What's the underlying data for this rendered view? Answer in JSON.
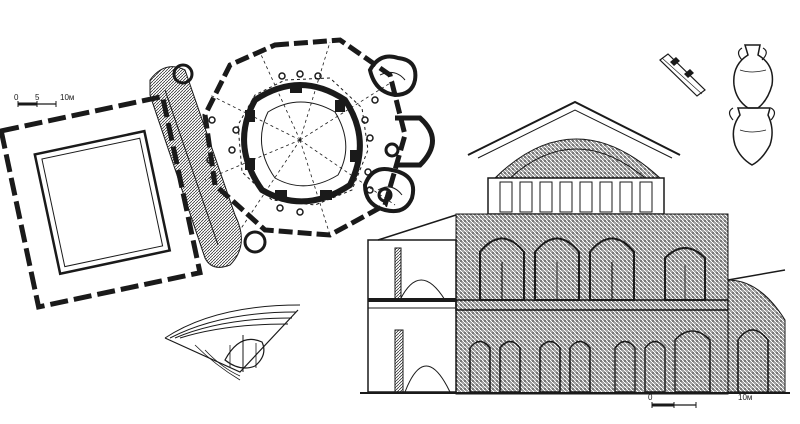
{
  "scale_bar_plan": {
    "start": "0",
    "mid": "5",
    "end": "10м"
  },
  "scale_bar_section": {
    "start": "0",
    "end": "10м"
  }
}
